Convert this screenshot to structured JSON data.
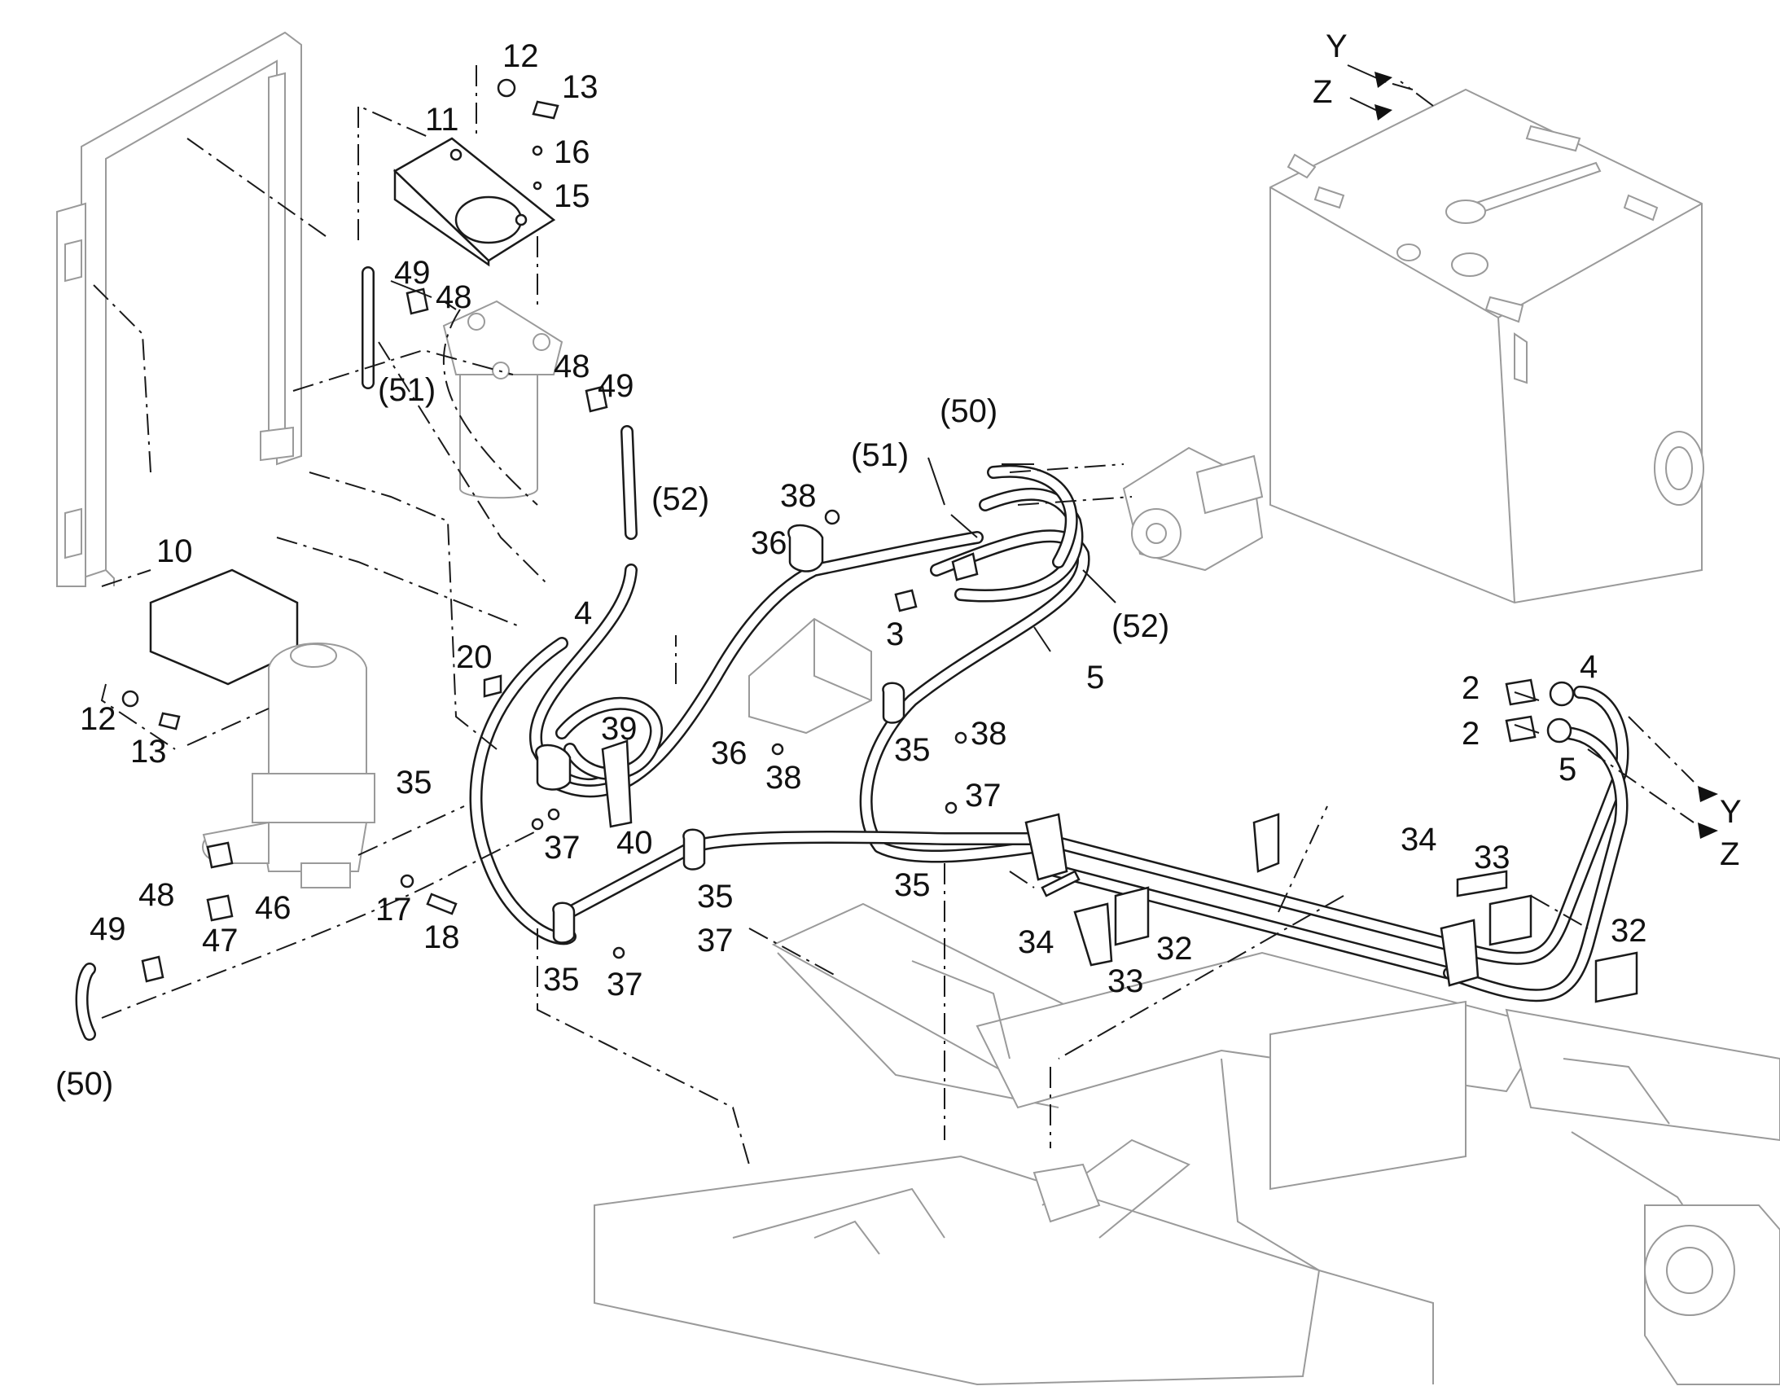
{
  "view_markers": {
    "y": "Y",
    "z": "Z"
  },
  "callouts": [
    {
      "text": "12"
    },
    {
      "text": "13"
    },
    {
      "text": "11"
    },
    {
      "text": "16"
    },
    {
      "text": "15"
    },
    {
      "text": "49"
    },
    {
      "text": "48"
    },
    {
      "text": "48"
    },
    {
      "text": "49"
    },
    {
      "text": "(51)"
    },
    {
      "text": "(52)"
    },
    {
      "text": "(50)"
    },
    {
      "text": "(51)"
    },
    {
      "text": "38"
    },
    {
      "text": "36"
    },
    {
      "text": "3"
    },
    {
      "text": "5"
    },
    {
      "text": "(52)"
    },
    {
      "text": "10"
    },
    {
      "text": "4"
    },
    {
      "text": "20"
    },
    {
      "text": "12"
    },
    {
      "text": "13"
    },
    {
      "text": "39"
    },
    {
      "text": "35"
    },
    {
      "text": "36"
    },
    {
      "text": "38"
    },
    {
      "text": "35"
    },
    {
      "text": "38"
    },
    {
      "text": "37"
    },
    {
      "text": "40"
    },
    {
      "text": "37"
    },
    {
      "text": "35"
    },
    {
      "text": "35"
    },
    {
      "text": "37"
    },
    {
      "text": "48"
    },
    {
      "text": "46"
    },
    {
      "text": "49"
    },
    {
      "text": "47"
    },
    {
      "text": "17"
    },
    {
      "text": "18"
    },
    {
      "text": "35"
    },
    {
      "text": "37"
    },
    {
      "text": "(50)"
    },
    {
      "text": "34"
    },
    {
      "text": "32"
    },
    {
      "text": "33"
    },
    {
      "text": "2"
    },
    {
      "text": "4"
    },
    {
      "text": "2"
    },
    {
      "text": "5"
    },
    {
      "text": "34"
    },
    {
      "text": "33"
    },
    {
      "text": "32"
    }
  ]
}
